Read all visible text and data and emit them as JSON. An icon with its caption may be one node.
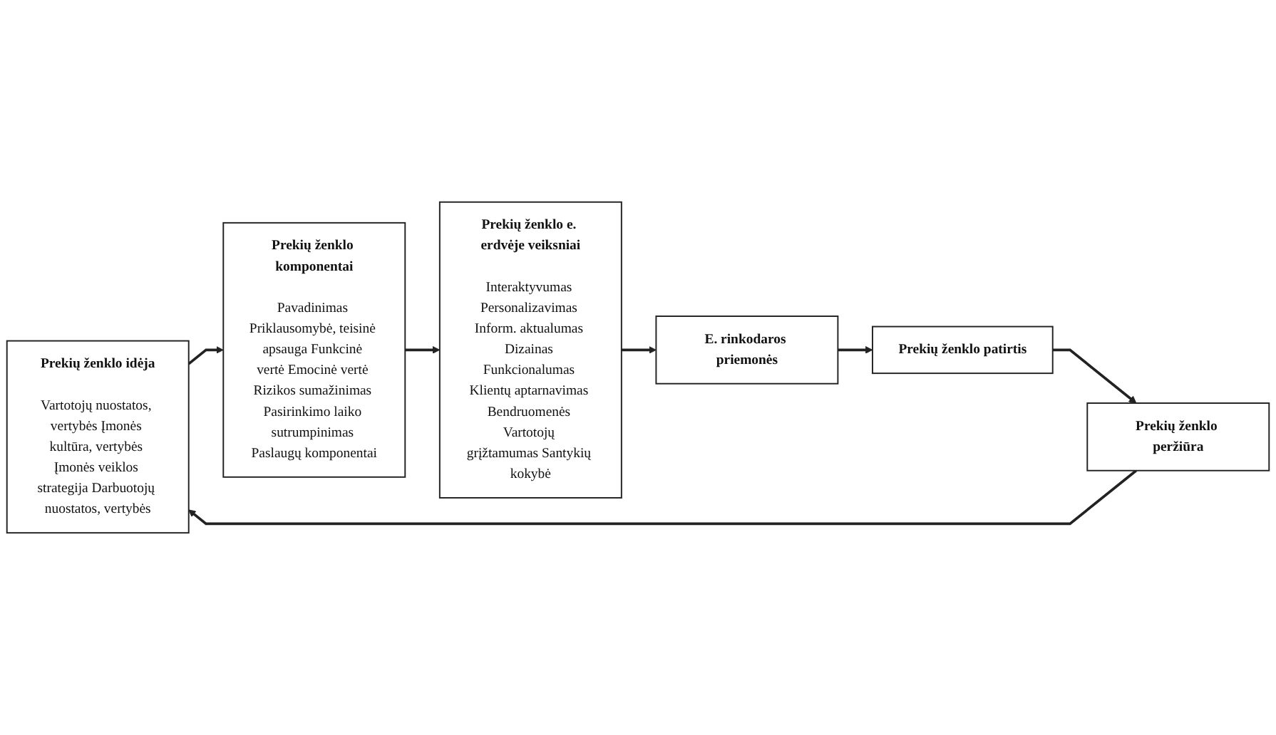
{
  "diagram": {
    "nodes": [
      {
        "text": [
          "Prekių ženklo idėja",
          "Vartotojų nuostatos, vertybės Įmonės kultūra, vertybės Įmonės veiklos strategija Darbuotojų nuostatos, vertybės"
        ]
      },
      {
        "text": [
          "Prekių ženklo komponentai",
          "Pavadinimas Priklausomybė, teisinė apsauga Funkcinė vertė Emocinė vertė Rizikos sumažinimas Pasirinkimo laiko sutrumpinimas Paslaugų komponentai"
        ]
      },
      {
        "text": [
          "Prekių ženklo e. erdvėje veiksniai",
          "Interaktyvumas Personalizavimas Inform. aktualumas Dizainas Funkcionalumas Klientų aptarnavimas Bendruomenės Vartotojų grįžtamumas Santykių kokybė"
        ]
      },
      {
        "text": [
          "E. rinkodaros priemonės"
        ]
      },
      {
        "text": [
          "Prekių ženklo patirtis"
        ]
      },
      {
        "text": [
          "Prekių ženklo peržiūra"
        ]
      }
    ],
    "edges": [
      {
        "from": 0,
        "to": 1,
        "arrow": "to"
      },
      {
        "from": 1,
        "to": 2,
        "arrow": "to"
      },
      {
        "from": 2,
        "to": 3,
        "arrow": "to"
      },
      {
        "from": 3,
        "to": 4,
        "arrow": "to"
      },
      {
        "from": 4,
        "to": 5,
        "arrow": "to"
      },
      {
        "from": 5,
        "to": 0,
        "arrow": "to"
      }
    ]
  }
}
